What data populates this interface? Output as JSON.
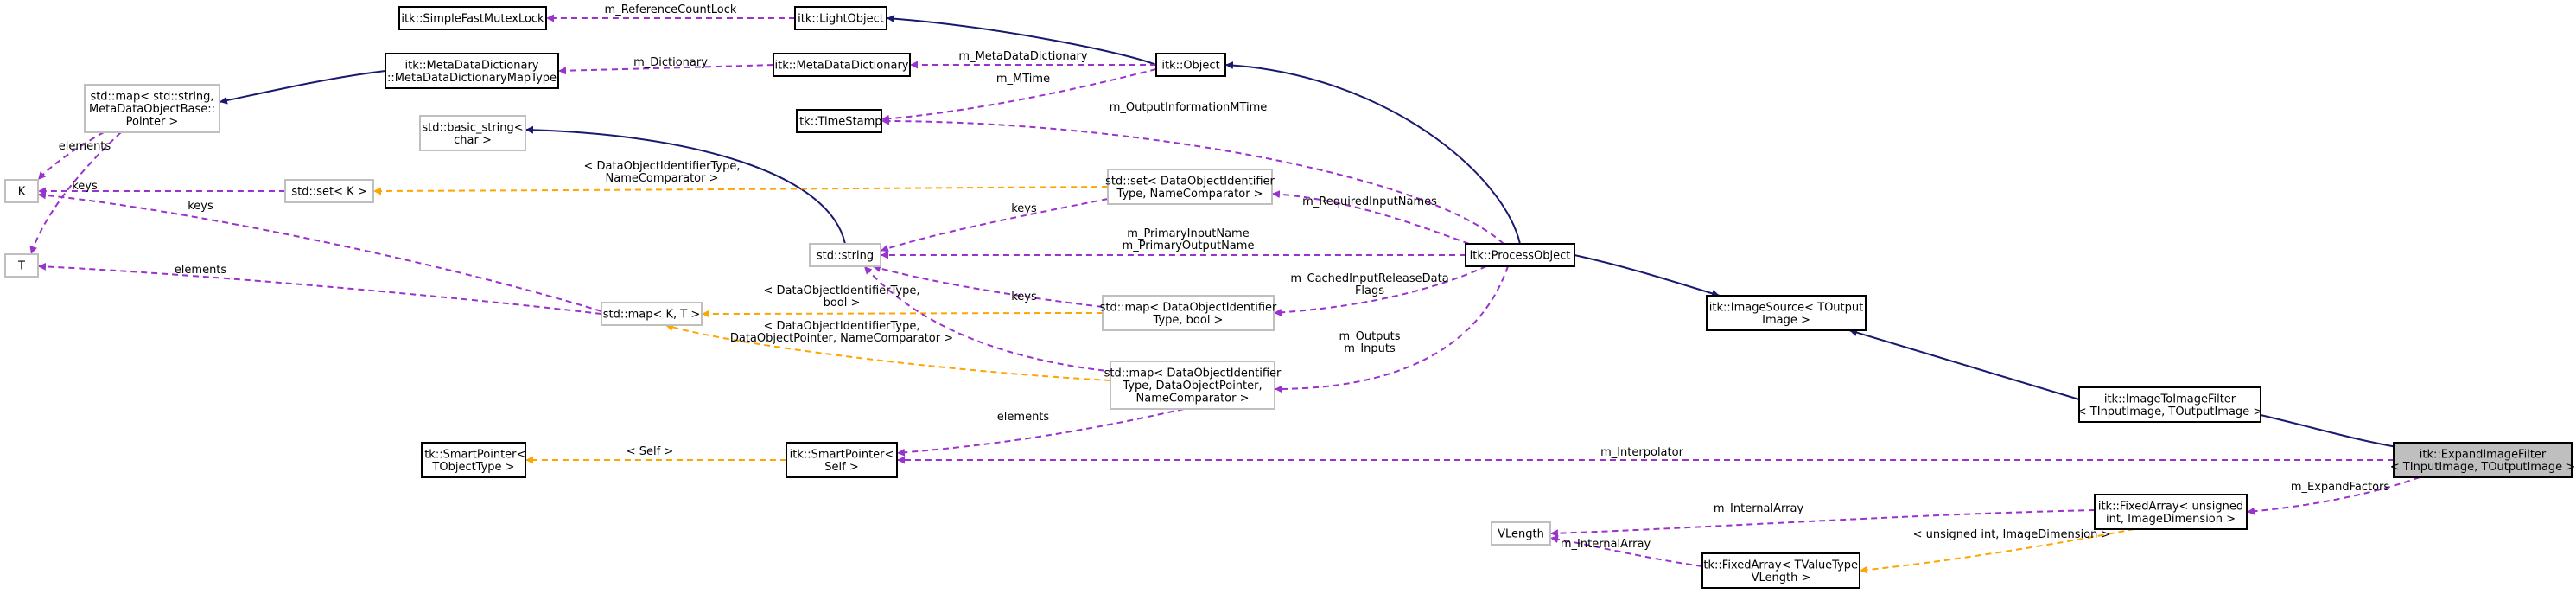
{
  "colors": {
    "inheritance": "#191970",
    "usage": "#9a32cd",
    "template": "#ffa500",
    "node_border": "#000000",
    "node_border_external": "#bfbfbf",
    "focus_fill": "#bfbfbf"
  },
  "nodes": [
    {
      "id": "simplefastmutexlock",
      "lines": [
        "itk::SimpleFastMutexLock"
      ],
      "style": "normal"
    },
    {
      "id": "lightobject",
      "lines": [
        "itk::LightObject"
      ],
      "style": "normal"
    },
    {
      "id": "metadatadictionary-maptype",
      "lines": [
        "itk::MetaDataDictionary",
        "::MetaDataDictionaryMapType"
      ],
      "style": "normal"
    },
    {
      "id": "metadatadictionary",
      "lines": [
        "itk::MetaDataDictionary"
      ],
      "style": "normal"
    },
    {
      "id": "object",
      "lines": [
        "itk::Object"
      ],
      "style": "normal"
    },
    {
      "id": "timestamp",
      "lines": [
        "itk::TimeStamp"
      ],
      "style": "normal"
    },
    {
      "id": "std-map-string-metadataobjectbase",
      "lines": [
        "std::map< std::string,",
        "MetaDataObjectBase::",
        "Pointer >"
      ],
      "style": "external"
    },
    {
      "id": "K",
      "lines": [
        "K"
      ],
      "style": "external"
    },
    {
      "id": "T",
      "lines": [
        "T"
      ],
      "style": "external"
    },
    {
      "id": "std-basic-string",
      "lines": [
        "std::basic_string<",
        "char >"
      ],
      "style": "external"
    },
    {
      "id": "std-set-k",
      "lines": [
        "std::set< K >"
      ],
      "style": "external"
    },
    {
      "id": "std-set-dataobjectidentifier",
      "lines": [
        "std::set< DataObjectIdentifier",
        "Type, NameComparator >"
      ],
      "style": "external"
    },
    {
      "id": "std-string",
      "lines": [
        "std::string"
      ],
      "style": "external"
    },
    {
      "id": "processobject",
      "lines": [
        "itk::ProcessObject"
      ],
      "style": "normal"
    },
    {
      "id": "std-map-k-t",
      "lines": [
        "std::map< K, T >"
      ],
      "style": "external"
    },
    {
      "id": "std-map-dataobjectidentifier-bool",
      "lines": [
        "std::map< DataObjectIdentifier",
        "Type, bool >"
      ],
      "style": "external"
    },
    {
      "id": "imagesource",
      "lines": [
        "itk::ImageSource< TOutput",
        "Image >"
      ],
      "style": "normal"
    },
    {
      "id": "std-map-dataobjectidentifier-pointer",
      "lines": [
        "std::map< DataObjectIdentifier",
        "Type, DataObjectPointer,",
        "NameComparator >"
      ],
      "style": "external"
    },
    {
      "id": "imagetoimagefilter",
      "lines": [
        "itk::ImageToImageFilter",
        "< TInputImage, TOutputImage >"
      ],
      "style": "normal"
    },
    {
      "id": "smartpointer-tobjecttype",
      "lines": [
        "itk::SmartPointer<",
        "TObjectType >"
      ],
      "style": "normal"
    },
    {
      "id": "smartpointer-self",
      "lines": [
        "itk::SmartPointer<",
        "Self >"
      ],
      "style": "normal"
    },
    {
      "id": "expandimagefilter",
      "lines": [
        "itk::ExpandImageFilter",
        "< TInputImage, TOutputImage >"
      ],
      "style": "focus"
    },
    {
      "id": "fixedarray-unsigned",
      "lines": [
        "itk::FixedArray< unsigned",
        "int, ImageDimension >"
      ],
      "style": "normal"
    },
    {
      "id": "vlength",
      "lines": [
        "VLength"
      ],
      "style": "external"
    },
    {
      "id": "fixedarray-tvaluetype",
      "lines": [
        "itk::FixedArray< TValueType,",
        "VLength >"
      ],
      "style": "normal"
    }
  ],
  "edges": [
    {
      "id": "mutex-lightobject",
      "kind": "usage",
      "label": [
        "m_ReferenceCountLock"
      ]
    },
    {
      "id": "lightobject-object",
      "kind": "inheritance",
      "label": []
    },
    {
      "id": "maptype-map",
      "kind": "inheritance",
      "label": []
    },
    {
      "id": "metadict-maptype",
      "kind": "usage",
      "label": [
        "m_Dictionary"
      ]
    },
    {
      "id": "object-metadict",
      "kind": "usage",
      "label": [
        "m_MetaDataDictionary"
      ]
    },
    {
      "id": "object-timestamp",
      "kind": "usage",
      "label": [
        "m_MTime"
      ]
    },
    {
      "id": "map-K",
      "kind": "usage",
      "label": [
        "keys"
      ]
    },
    {
      "id": "map-T",
      "kind": "usage",
      "label": [
        "elements"
      ]
    },
    {
      "id": "setk-K",
      "kind": "usage",
      "label": [
        "keys"
      ]
    },
    {
      "id": "mapkt-K",
      "kind": "usage",
      "label": [
        "keys"
      ]
    },
    {
      "id": "mapkt-T",
      "kind": "usage",
      "label": [
        "elements"
      ]
    },
    {
      "id": "basicstring-string",
      "kind": "inheritance",
      "label": []
    },
    {
      "id": "setdoid-setk",
      "kind": "template",
      "label": [
        "< DataObjectIdentifierType,",
        "NameComparator >"
      ]
    },
    {
      "id": "setdoid-string",
      "kind": "usage",
      "label": [
        "keys"
      ]
    },
    {
      "id": "mapbool-string",
      "kind": "usage",
      "label": [
        "keys"
      ]
    },
    {
      "id": "mapbool-mapkt",
      "kind": "template",
      "label": [
        "< DataObjectIdentifierType,",
        "bool >"
      ]
    },
    {
      "id": "mapptr-mapkt",
      "kind": "template",
      "label": [
        "< DataObjectIdentifierType,",
        "DataObjectPointer, NameComparator >"
      ]
    },
    {
      "id": "mapptr-string",
      "kind": "usage",
      "label": []
    },
    {
      "id": "object-processobject",
      "kind": "inheritance",
      "label": []
    },
    {
      "id": "processobject-timestamp",
      "kind": "usage",
      "label": [
        "m_OutputInformationMTime"
      ]
    },
    {
      "id": "processobject-setdoid",
      "kind": "usage",
      "label": [
        "m_RequiredInputNames"
      ]
    },
    {
      "id": "processobject-string",
      "kind": "usage",
      "label": [
        "m_PrimaryInputName",
        "m_PrimaryOutputName"
      ]
    },
    {
      "id": "processobject-mapbool",
      "kind": "usage",
      "label": [
        "m_CachedInputReleaseData",
        "Flags"
      ]
    },
    {
      "id": "processobject-mapptr",
      "kind": "usage",
      "label": [
        "m_Outputs",
        "m_Inputs"
      ]
    },
    {
      "id": "processobject-imagesource",
      "kind": "inheritance",
      "label": []
    },
    {
      "id": "imagesource-imagetoimagefilter",
      "kind": "inheritance",
      "label": []
    },
    {
      "id": "imagetoimagefilter-expand",
      "kind": "inheritance",
      "label": []
    },
    {
      "id": "smartptr-self-tobjecttype",
      "kind": "template",
      "label": [
        "< Self >"
      ]
    },
    {
      "id": "mapptr-smartptr",
      "kind": "usage",
      "label": [
        "elements"
      ]
    },
    {
      "id": "expand-smartptr",
      "kind": "usage",
      "label": [
        "m_Interpolator"
      ]
    },
    {
      "id": "expand-fixedarray",
      "kind": "usage",
      "label": [
        "m_ExpandFactors"
      ]
    },
    {
      "id": "fixedarray-vlength",
      "kind": "usage",
      "label": [
        "m_InternalArray"
      ]
    },
    {
      "id": "fixedarray-tvt-vlength",
      "kind": "usage",
      "label": [
        "m_InternalArray"
      ]
    },
    {
      "id": "fixedarray-unsigned-tvt",
      "kind": "template",
      "label": [
        "< unsigned int, ImageDimension >"
      ]
    }
  ]
}
